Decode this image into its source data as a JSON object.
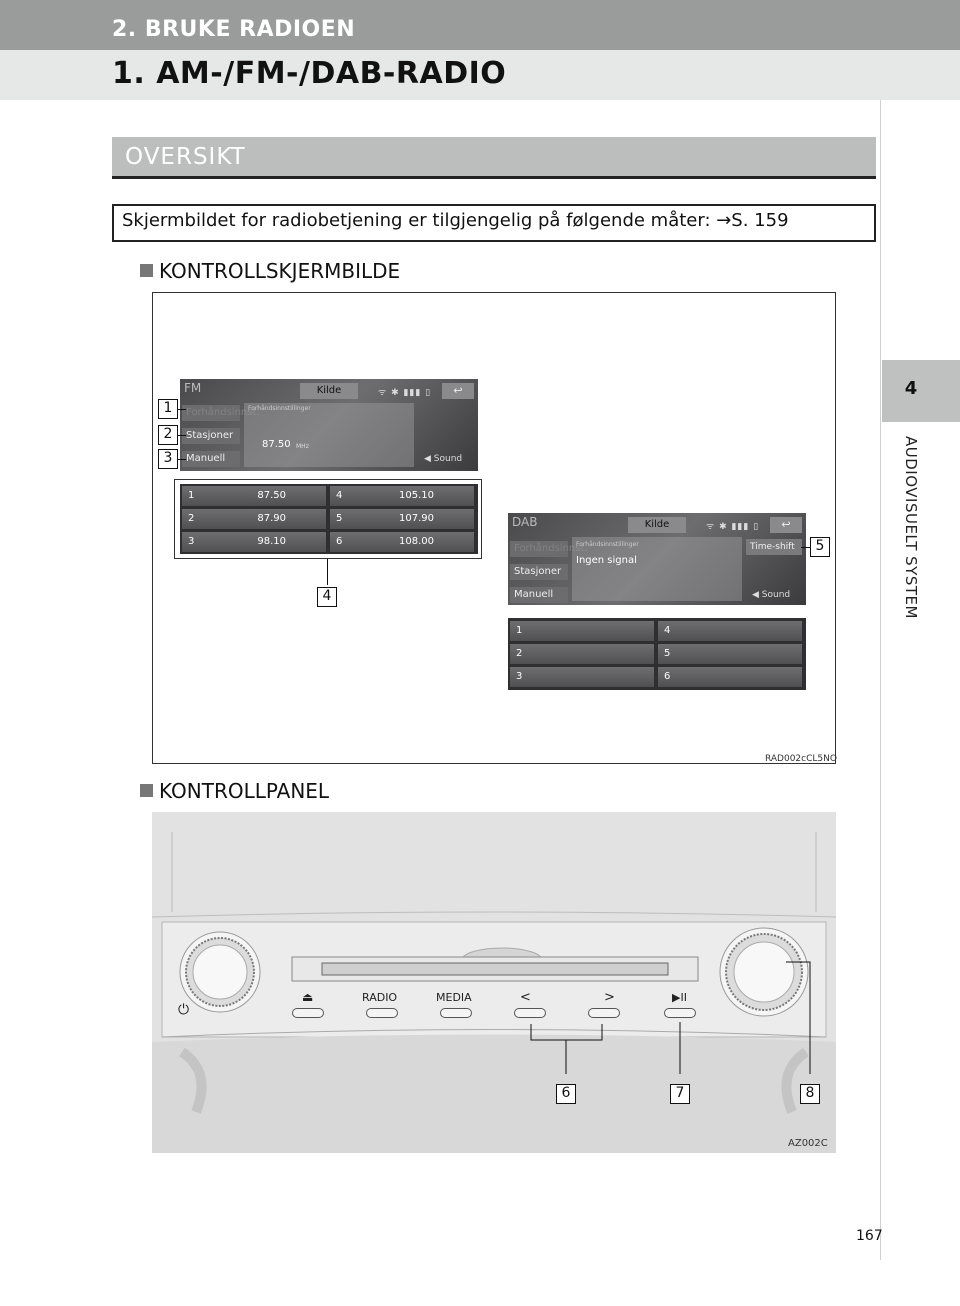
{
  "header": {
    "section": "2. BRUKE RADIOEN",
    "title": "1. AM-/FM-/DAB-RADIO"
  },
  "side_tab": {
    "number": "4",
    "label": "AUDIOVISUELT SYSTEM"
  },
  "overview": {
    "heading": "OVERSIKT",
    "info_text": "Skjermbildet for radiobetjening er tilgjengelig på følgende måter: →S. 159"
  },
  "control_screen": {
    "heading": "KONTROLLSKJERMBILDE",
    "image_code": "RAD002cCL5NO",
    "fm_screen": {
      "band": "FM",
      "source": "Kilde",
      "status": "ᯤ ✱ ▮▮▮ ▯",
      "back": "↩",
      "menu": [
        "Forhåndsinnst.",
        "Stasjoner",
        "Manuell"
      ],
      "panel_title": "Forhåndsinnstillinger",
      "frequency": "87.50",
      "unit": "MHz",
      "sound": "◀ Sound",
      "presets": [
        {
          "num": "1",
          "freq": "87.50"
        },
        {
          "num": "2",
          "freq": "87.90"
        },
        {
          "num": "3",
          "freq": "98.10"
        },
        {
          "num": "4",
          "freq": "105.10"
        },
        {
          "num": "5",
          "freq": "107.90"
        },
        {
          "num": "6",
          "freq": "108.00"
        }
      ]
    },
    "dab_screen": {
      "band": "DAB",
      "source": "Kilde",
      "status": "ᯤ ✱ ▮▮▮ ▯",
      "back": "↩",
      "menu": [
        "Forhåndsinnst.",
        "Stasjoner",
        "Manuell"
      ],
      "panel_title": "Forhåndsinnstillinger",
      "signal": "Ingen signal",
      "timeshift": "Time-shift",
      "sound": "◀ Sound",
      "presets": [
        {
          "num": "1",
          "freq": ""
        },
        {
          "num": "2",
          "freq": ""
        },
        {
          "num": "3",
          "freq": ""
        },
        {
          "num": "4",
          "freq": ""
        },
        {
          "num": "5",
          "freq": ""
        },
        {
          "num": "6",
          "freq": ""
        }
      ]
    },
    "callouts": [
      "1",
      "2",
      "3",
      "4",
      "5"
    ]
  },
  "control_panel": {
    "heading": "KONTROLLPANEL",
    "image_code": "AZ002C",
    "power_icon": "⏻",
    "buttons": {
      "eject": "⏏",
      "radio": "RADIO",
      "media": "MEDIA",
      "prev": "<",
      "next": ">",
      "play_pause": "▶II"
    },
    "callouts": [
      "6",
      "7",
      "8"
    ]
  },
  "page_number": "167"
}
